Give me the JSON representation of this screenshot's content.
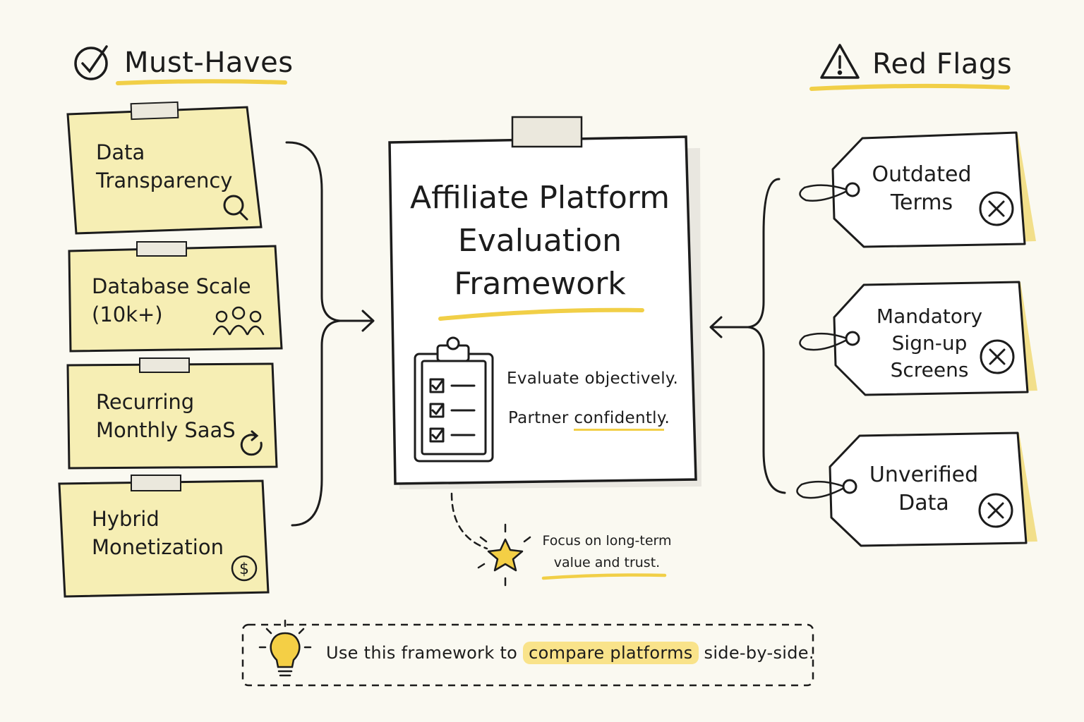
{
  "must_haves": {
    "title": "Must-Haves",
    "items": [
      {
        "label": "Data\nTransparency",
        "icon": "magnifier-icon"
      },
      {
        "label": "Database Scale\n(10k+)",
        "icon": "people-icon"
      },
      {
        "label": "Recurring\nMonthly SaaS",
        "icon": "refresh-icon"
      },
      {
        "label": "Hybrid\nMonetization",
        "icon": "dollar-icon"
      }
    ]
  },
  "red_flags": {
    "title": "Red Flags",
    "items": [
      {
        "label": "Outdated\nTerms",
        "icon": "x-circle-icon"
      },
      {
        "label": "Mandatory\nSign-up\nScreens",
        "icon": "x-circle-icon"
      },
      {
        "label": "Unverified\nData",
        "icon": "x-circle-icon"
      }
    ]
  },
  "center": {
    "title": "Affiliate Platform\nEvaluation\nFramework",
    "line1": "Evaluate objectively.",
    "line2_prefix": "Partner ",
    "line2_highlight": "confidently",
    "line2_suffix": "."
  },
  "focus_note": "Focus on long-term\nvalue and trust.",
  "tip": {
    "prefix": "Use this framework to ",
    "highlight": "compare platforms",
    "suffix": " side-by-side."
  },
  "colors": {
    "background": "#faf9f1",
    "note_fill": "#f6eeb4",
    "highlight": "#f1cf47",
    "ink": "#1c1c1c"
  }
}
